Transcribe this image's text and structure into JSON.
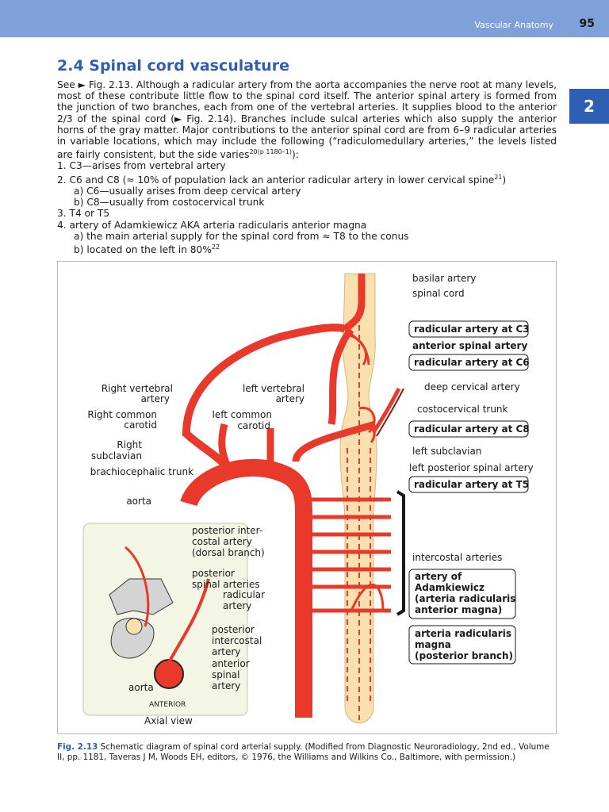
{
  "header": {
    "section": "Vascular Anatomy",
    "page_number": "95"
  },
  "chapter_tab": "2",
  "section": {
    "number_title": "2.4 Spinal cord vasculature"
  },
  "paragraph": {
    "see": "See ",
    "arrow1": "►",
    "text_a": " Fig. 2.13. Although a radicular artery from the aorta accompanies the nerve root at many levels, most of these contribute little flow to the spinal cord itself. The anterior spinal artery is formed from the junction of two branches, each from one of the vertebral arteries. It supplies blood to the anterior 2/3 of the spinal cord (",
    "arrow2": "►",
    "text_b": " Fig. 2.14). Branches include sulcal arteries which also supply the anterior horns of the gray matter. Major contributions to the anterior spinal cord are from 6–9 radicular arteries in variable locations, which may include the following (“radiculomedullary arteries,” the levels listed are fairly consistent, but the side varies",
    "ref1": "20(p 1180–1)",
    "text_c": "):"
  },
  "list": {
    "l1": "1.  C3—arises from vertebral artery",
    "l2": "2.  C6 and C8 (≈ 10% of population lack an anterior radicular artery in lower cervical spine",
    "l2_ref": "21",
    "l2_end": ")",
    "l2a": "a)  C6—usually arises from deep cervical artery",
    "l2b": "b)  C8—usually from costocervical trunk",
    "l3": "3.  T4 or T5",
    "l4": "4.   artery of Adamkiewicz AKA arteria radicularis anterior magna",
    "l4a": "a)  the main arterial supply for the spinal cord from ≈ T8 to the conus",
    "l4b": "b)  located on the left in 80%",
    "l4b_ref": "22"
  },
  "figure": {
    "labels_right": {
      "basilar_artery": "basilar artery",
      "spinal_cord": "spinal cord",
      "radicular_c3": "radicular artery at C3",
      "anterior_spinal_artery": "anterior spinal artery",
      "radicular_c6": "radicular artery at C6",
      "deep_cervical": "deep cervical artery",
      "costocervical": "costocervical trunk",
      "radicular_c8": "radicular artery at C8",
      "left_subclavian": "left subclavian",
      "left_posterior_spinal": "left posterior spinal artery",
      "radicular_t5": "radicular artery at T5",
      "intercostal": "intercostal arteries",
      "adamkiewicz_1": "artery of",
      "adamkiewicz_2": "Adamkiewicz",
      "adamkiewicz_3": "(arteria radicularis",
      "adamkiewicz_4": "anterior magna)",
      "arm_1": "arteria radicularis",
      "arm_2": "magna",
      "arm_3": "(posterior branch)"
    },
    "labels_left": {
      "right_vertebral_1": "Right vertebral",
      "right_vertebral_2": "artery",
      "left_vertebral_1": "left vertebral",
      "left_vertebral_2": "artery",
      "right_common_1": "Right common",
      "right_common_2": "carotid",
      "left_common_1": "left common",
      "left_common_2": "carotid",
      "right_subclavian_1": "Right",
      "right_subclavian_2": "subclavian",
      "brachiocephalic": "brachiocephalic trunk",
      "aorta": "aorta"
    },
    "inset": {
      "posterior_intercostal_1": "posterior inter-",
      "posterior_intercostal_2": "costal artery",
      "posterior_intercostal_3": "(dorsal branch)",
      "posterior_spinal_1": "posterior",
      "posterior_spinal_2": "spinal arteries",
      "radicular_1": "radicular",
      "radicular_2": "artery",
      "post_ic_1": "posterior",
      "post_ic_2": "intercostal",
      "post_ic_3": "artery",
      "ant_spinal_1": "anterior",
      "ant_spinal_2": "spinal",
      "ant_spinal_3": "artery",
      "aorta": "aorta",
      "anterior": "ANTERIOR",
      "axial_view": "Axial view"
    }
  },
  "caption": {
    "label": "Fig. 2.13",
    "text": " Schematic diagram of spinal cord arterial supply. (Modified from Diagnostic Neuroradiology, 2nd ed., Volume II, pp. 1181, Taveras J M, Woods EH, editors, © 1976, the Williams and Wilkins Co., Baltimore, with permission.)"
  },
  "colors": {
    "artery": "#e8392b",
    "cord": "#f8e0b0",
    "header": "#7fa0d8",
    "accent": "#2f5fb3",
    "inset_bg": "#f3f6e4"
  }
}
